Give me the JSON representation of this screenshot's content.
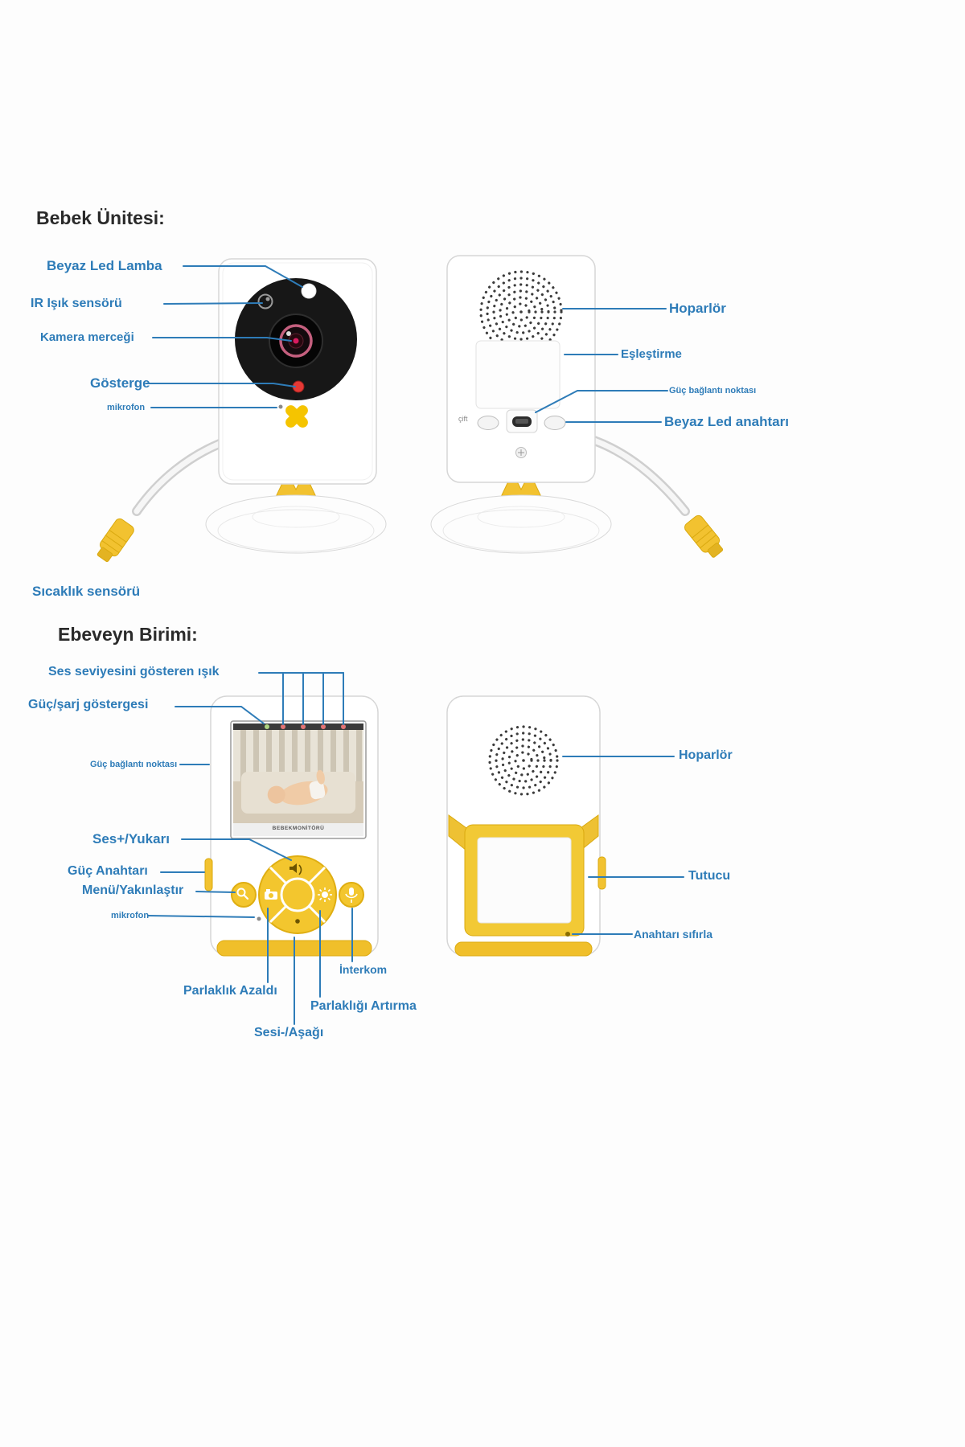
{
  "colors": {
    "label_blue": "#2e7cb8",
    "accent_yellow": "#f2c230",
    "heading_dark": "#2a2a2a",
    "camera_face_black": "#171717",
    "indicator_red": "#e53935"
  },
  "baby_unit": {
    "title": "Bebek Ünitesi:",
    "labels": {
      "white_led": "Beyaz Led Lamba",
      "ir_sensor": "IR Işık sensörü",
      "camera_lens": "Kamera merceği",
      "indicator": "Gösterge",
      "microphone": "mikrofon",
      "speaker": "Hoparlör",
      "pairing": "Eşleştirme",
      "power_port": "Güç bağlantı noktası",
      "white_led_switch": "Beyaz Led anahtarı",
      "temperature_sensor": "Sıcaklık sensörü",
      "pair_button": "çift"
    }
  },
  "parent_unit": {
    "title": "Ebeveyn Birimi:",
    "labels": {
      "sound_level_light": "Ses seviyesini gösteren ışık",
      "power_charge_indicator": "Güç/şarj göstergesi",
      "power_port": "Güç bağlantı noktası",
      "volume_up": "Ses+/Yukarı",
      "power_switch": "Güç Anahtarı",
      "menu_zoom": "Menü/Yakınlaştır",
      "microphone": "mikrofon",
      "brightness_down": "Parlaklık Azaldı",
      "brightness_up": "Parlaklığı Artırma",
      "volume_down": "Sesi-/Aşağı",
      "intercom": "İnterkom",
      "speaker": "Hoparlör",
      "holder": "Tutucu",
      "reset_switch": "Anahtarı sıfırla",
      "screen_brand": "BEBEKMONİTÖRÜ"
    }
  }
}
